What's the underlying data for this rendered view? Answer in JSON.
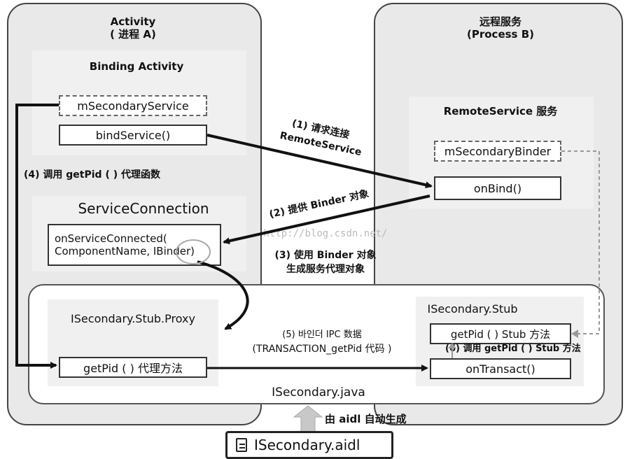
{
  "activity_panel": {
    "title": "Activity",
    "subtitle": "( 进程 A)"
  },
  "remote_panel": {
    "title": "远程服务",
    "subtitle": "(Process B)"
  },
  "binding_activity": {
    "title": "Binding Activity",
    "m_secondary_service": "mSecondaryService",
    "bind_service": "bindService()"
  },
  "remote_service": {
    "title": "RemoteService 服务",
    "m_secondary_binder": "mSecondaryBinder",
    "on_bind": "onBind()"
  },
  "service_connection": {
    "title": "ServiceConnection",
    "line1": "onServiceConnected(",
    "line2": "ComponentName, IBinder)"
  },
  "isecondary_java": {
    "file_label": "ISecondary.java",
    "proxy_title": "ISecondary.Stub.Proxy",
    "proxy_method": "getPid ( ) 代理方法",
    "stub_title": "ISecondary.Stub",
    "stub_method": "getPid ( ) Stub 方法",
    "on_transact": "onTransact()"
  },
  "steps": {
    "s1_line1": "(1) 请求连接",
    "s1_line2": "RemoteService",
    "s2": "(2) 提供 Binder 对象",
    "s3_line1": "(3) 使用 Binder 对象",
    "s3_line2": "生成服务代理对象",
    "s4": "(4) 调用 getPid ( ) 代理函数",
    "s5_line1": "(5) 바인더 IPC 数据",
    "s5_line2": "(TRANSACTION_getPid 代码 )",
    "s6": "(6) 调用 getPid ( ) Stub 方法"
  },
  "aidl": {
    "generated_label": "由 aidl 自动生成",
    "file": "ISecondary.aidl"
  },
  "watermark": "http://blog.csdn.net/"
}
